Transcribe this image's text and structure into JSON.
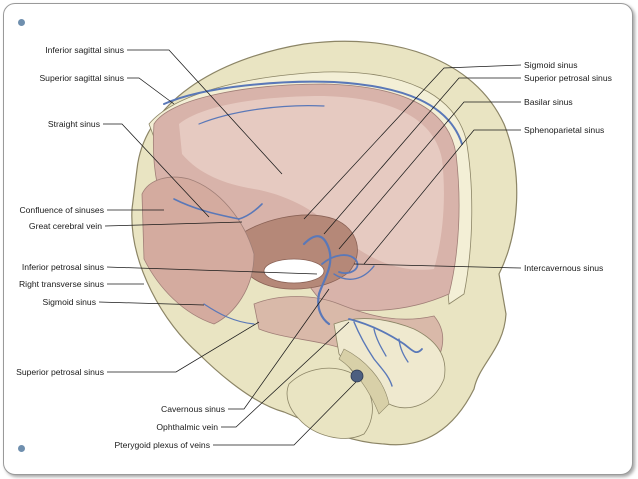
{
  "labels_left": {
    "inferior_sagittal_sinus": "Inferior sagittal sinus",
    "superior_sagittal_sinus": "Superior sagittal sinus",
    "straight_sinus": "Straight sinus",
    "confluence_of_sinuses": "Confluence of sinuses",
    "great_cerebral_vein": "Great cerebral vein",
    "inferior_petrosal_sinus": "Inferior petrosal sinus",
    "right_transverse_sinus": "Right transverse sinus",
    "sigmoid_sinus": "Sigmoid sinus",
    "superior_petrosal_sinus": "Superior petrosal sinus"
  },
  "labels_right": {
    "sigmoid_sinus": "Sigmoid sinus",
    "superior_petrosal_sinus": "Superior petrosal sinus",
    "basilar_sinus": "Basilar sinus",
    "sphenoparietal_sinus": "Sphenoparietal sinus",
    "intercavernous_sinus": "Intercavernous sinus"
  },
  "labels_bottom": {
    "cavernous_sinus": "Cavernous sinus",
    "ophthalmic_vein": "Ophthalmic vein",
    "pterygoid_plexus_of_veins": "Pterygoid plexus of veins"
  },
  "colors": {
    "bone": "#e9e4c2",
    "bone_shadow": "#c9c29a",
    "dura": "#d8b3aa",
    "dura_light": "#ead0c7",
    "vein": "#5a78b8",
    "bullet": "#6f8fae"
  }
}
